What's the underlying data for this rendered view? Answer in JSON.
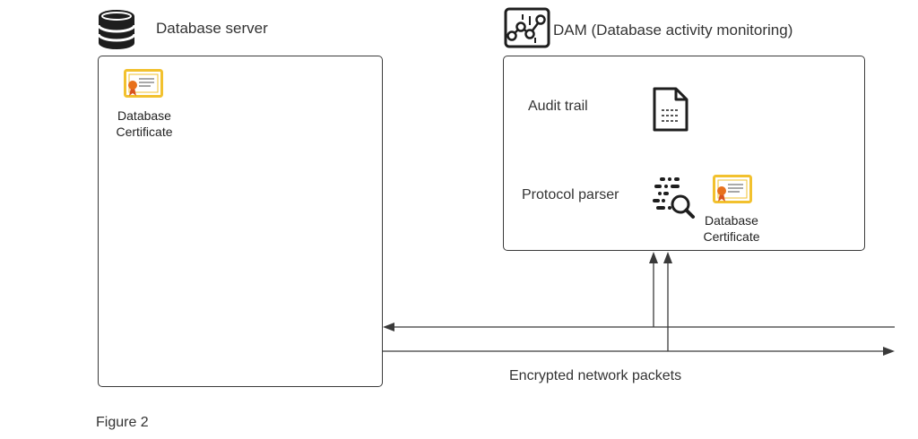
{
  "db_server": {
    "title": "Database server",
    "certificate": {
      "line1": "Database",
      "line2": "Certificate"
    }
  },
  "dam": {
    "title": "DAM (Database activity monitoring)",
    "audit_trail": "Audit trail",
    "protocol_parser": "Protocol parser",
    "certificate": {
      "line1": "Database",
      "line2": "Certificate"
    }
  },
  "network": {
    "label": "Encrypted network packets"
  },
  "caption": "Figure 2",
  "colors": {
    "cert_gold": "#f2c12e",
    "ribbon": "#e8711c",
    "line": "#3a3a3a"
  },
  "icons": {
    "db": "database-stack-icon",
    "dam": "activity-monitor-icon",
    "audit": "document-icon",
    "parser": "data-search-icon",
    "cert": "certificate-icon"
  }
}
